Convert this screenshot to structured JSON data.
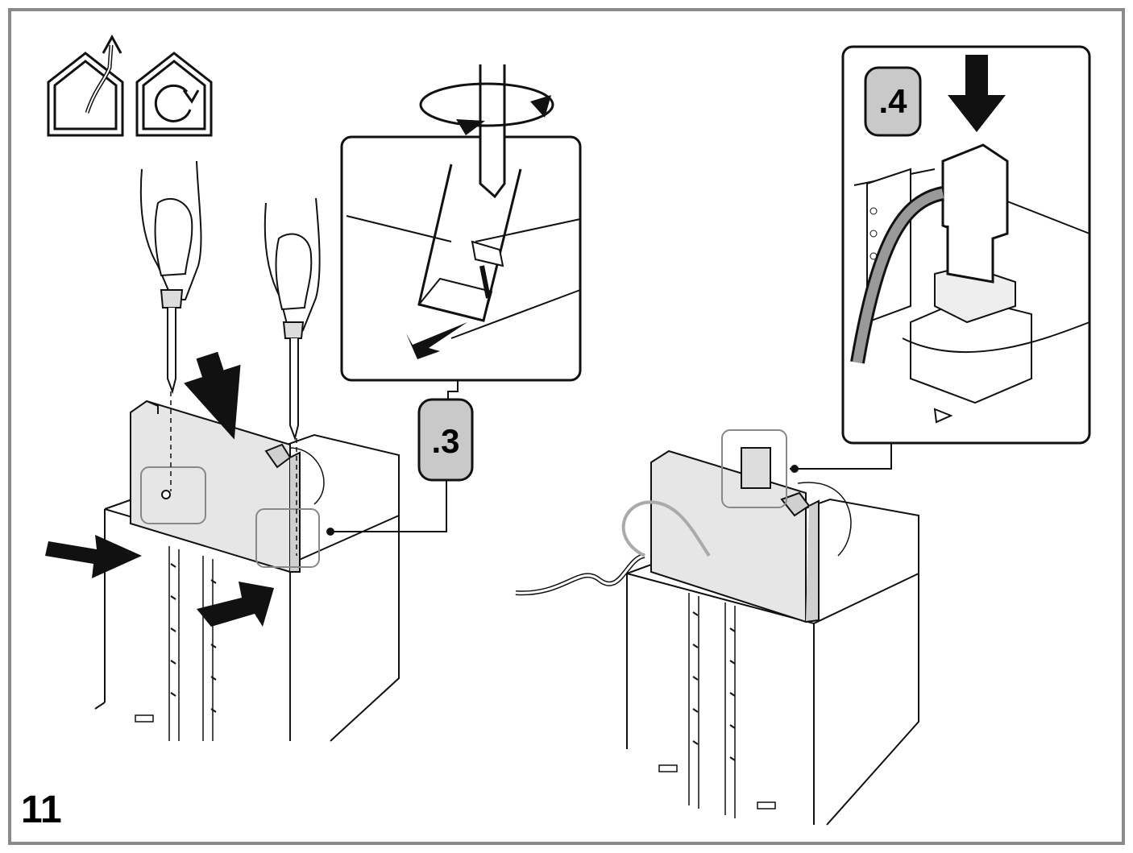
{
  "step_number": "11",
  "callouts": [
    {
      "label": ".3"
    },
    {
      "label": ".4"
    }
  ],
  "icons": [
    "duct-out-mode-house-icon",
    "recirculation-mode-house-icon"
  ],
  "colors": {
    "frame": "#8a8a8a",
    "badge_fill": "#c9c9c9",
    "panel_fill": "#e6e6e6",
    "line": "#111111"
  }
}
